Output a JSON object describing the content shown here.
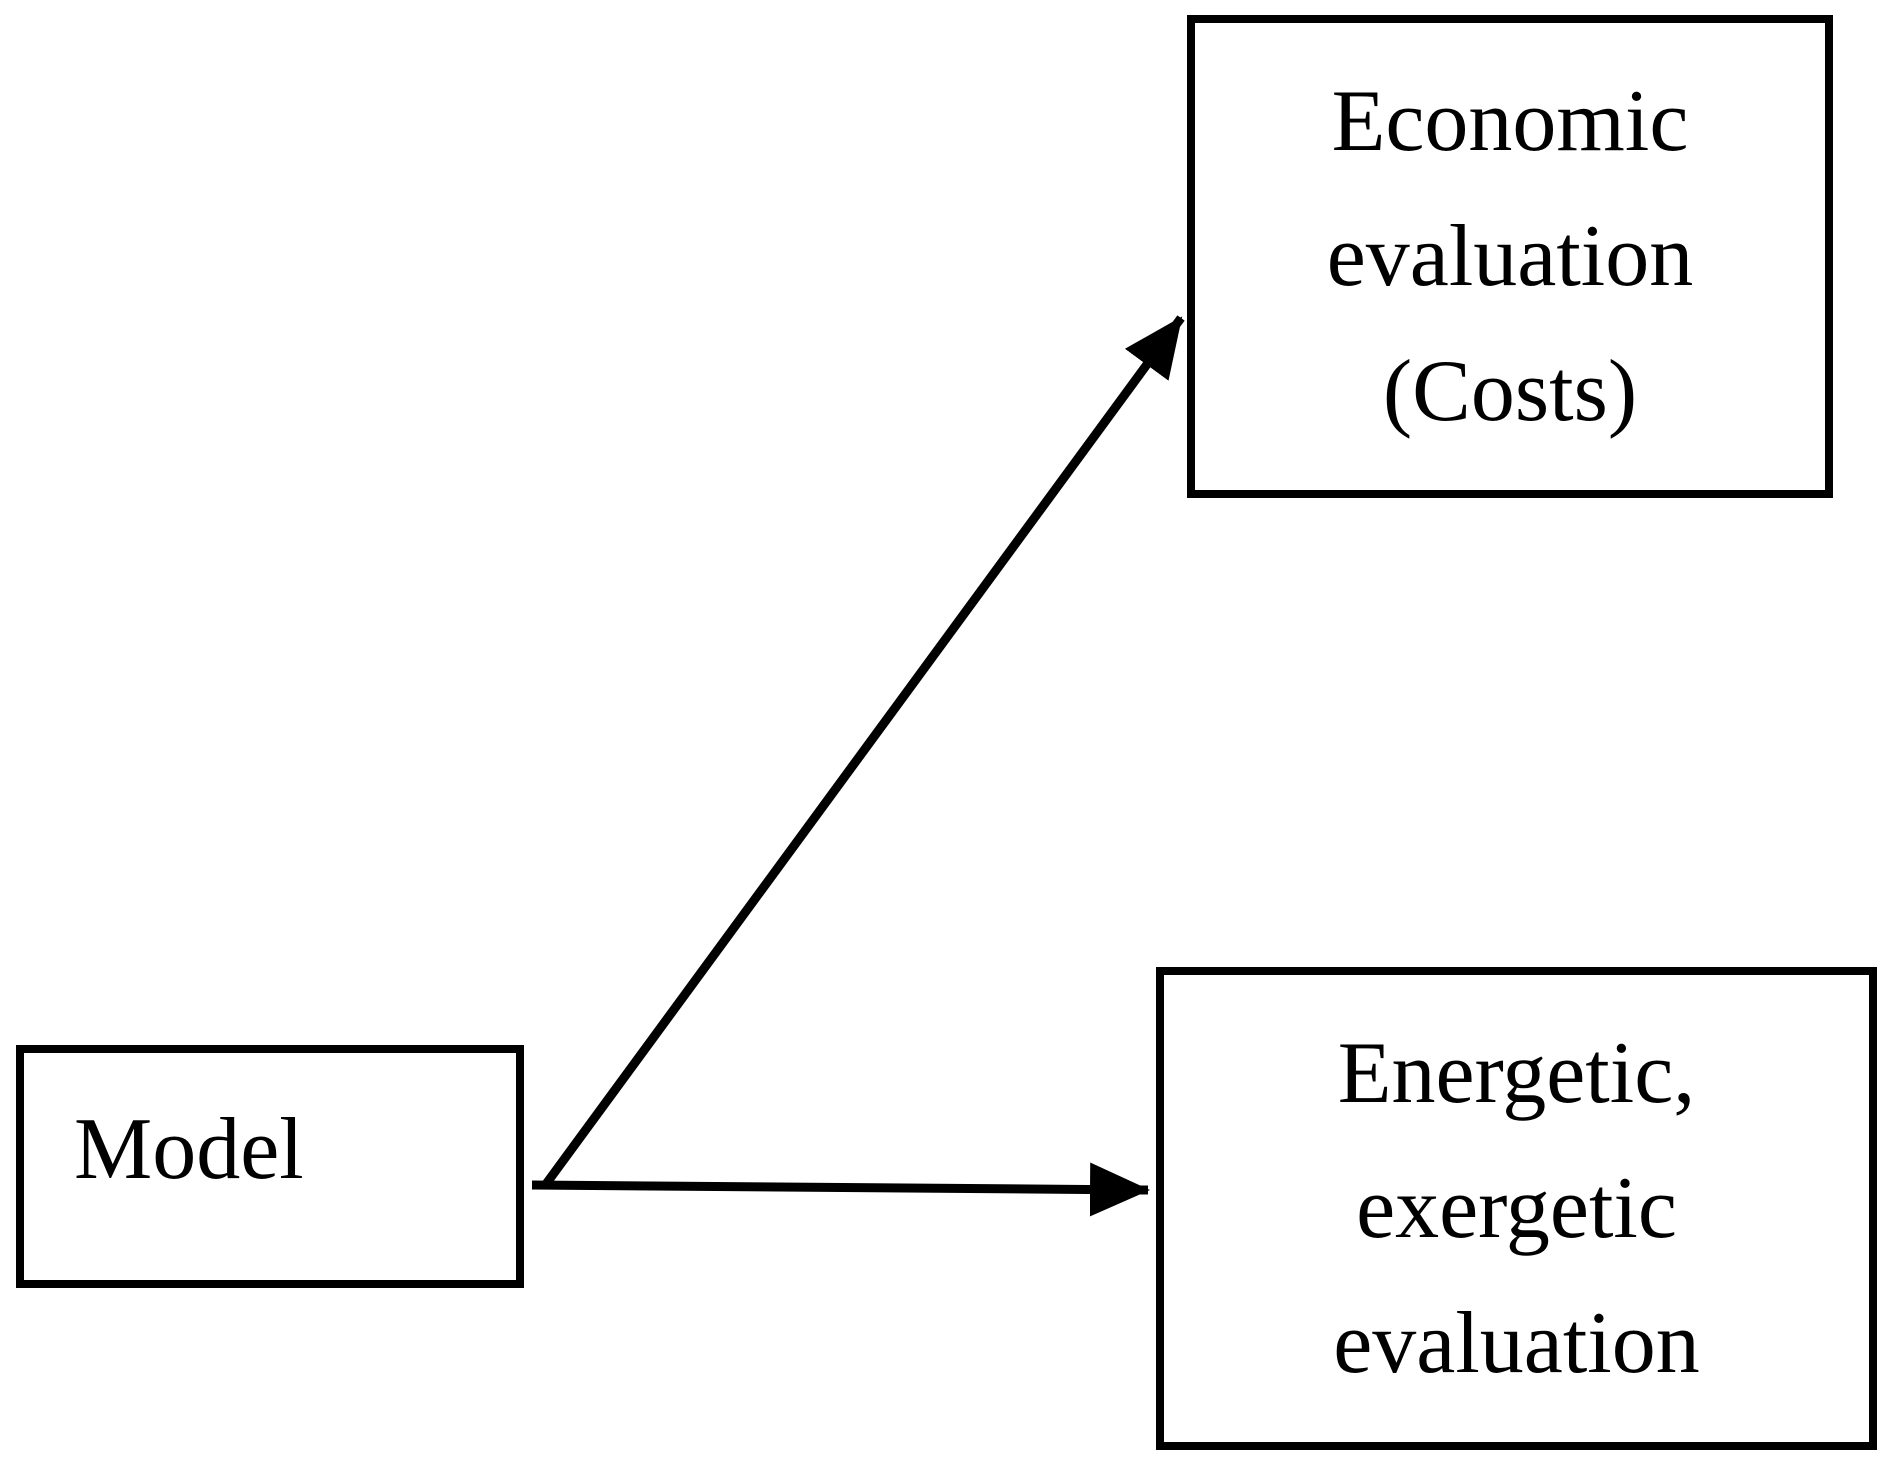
{
  "meta": {
    "background_color": "#ffffff",
    "ink_color": "#000000"
  },
  "diagram": {
    "nodes": [
      {
        "id": "model",
        "label": "Model",
        "lines": [
          "Model"
        ]
      },
      {
        "id": "economic-evaluation",
        "label": "Economic evaluation (Costs)",
        "lines": [
          "Economic",
          "evaluation",
          "(Costs)"
        ]
      },
      {
        "id": "energetic-exergetic-evaluation",
        "label": "Energetic, exergetic evaluation",
        "lines": [
          "Energetic,",
          "exergetic",
          "evaluation"
        ]
      }
    ],
    "edges": [
      {
        "from": "model",
        "to": "economic-evaluation",
        "style": "solid-line-filled-arrowhead"
      },
      {
        "from": "model",
        "to": "energetic-exergetic-evaluation",
        "style": "solid-line-filled-arrowhead"
      }
    ]
  }
}
